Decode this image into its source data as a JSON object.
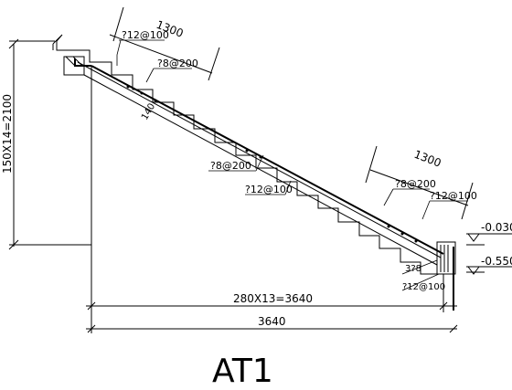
{
  "labels": {
    "top_span": "1300",
    "bottom_span": "1300",
    "rebar_top_main": "?12@100",
    "rebar_top_dist": "?8@200",
    "thickness": "140",
    "rebar_mid_dist": "?8@200",
    "rebar_mid_main": "?12@100",
    "rebar_low_dist": "?8@200",
    "rebar_low_main": "?12@100",
    "rebar_bottom_bars": "3?8",
    "rebar_bottom_stirrup": "?12@100",
    "level_upper": "-0.030",
    "level_lower": "-0.550",
    "vertical_dim": "150X14=2100",
    "steps_dim": "280X13=3640",
    "total_dim": "3640",
    "title": "AT1"
  }
}
